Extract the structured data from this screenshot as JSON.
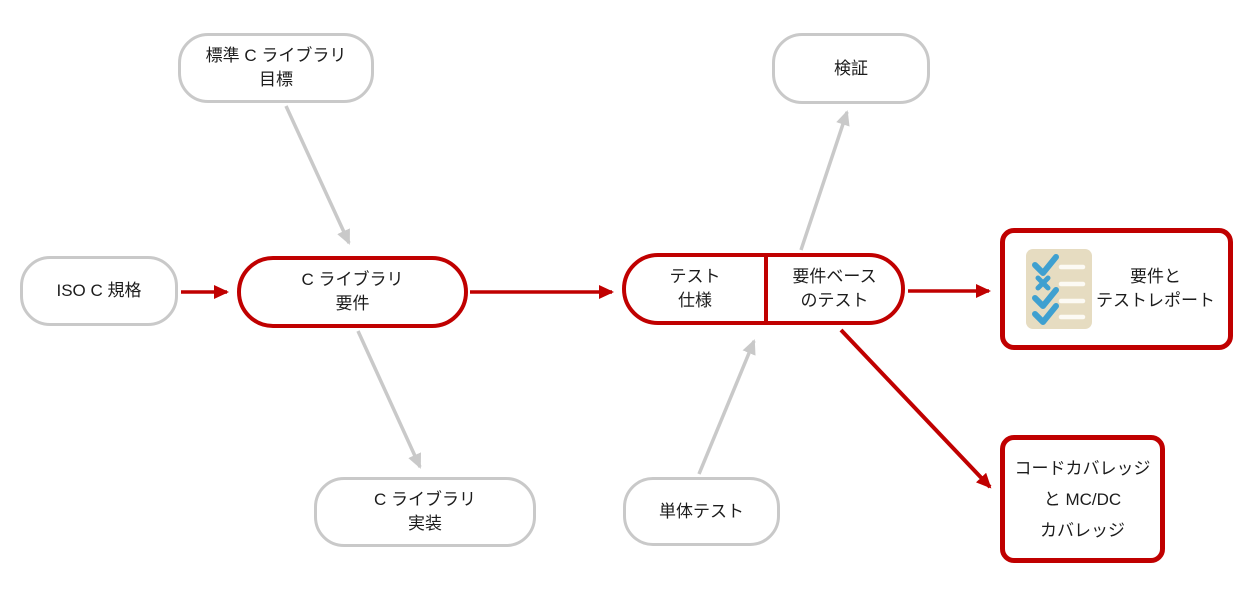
{
  "diagram": {
    "title": "C library requirements-based testing workflow",
    "colors": {
      "background": "#ffffff",
      "red_accent": "#c00000",
      "gray_accent": "#c9c9c9",
      "text": "#1c1c1c",
      "icon_paper": "#e6dcc1",
      "icon_mark_blue": "#3fa0d0",
      "icon_line": "#fcfaf4"
    },
    "nodes": {
      "std_goals": {
        "lines": [
          "標準 C ライブラリ",
          "目標"
        ]
      },
      "iso": {
        "lines": [
          "ISO C 規格"
        ]
      },
      "req": {
        "lines": [
          "C ライブラリ",
          "要件"
        ]
      },
      "impl": {
        "lines": [
          "C ライブラリ",
          "実装"
        ]
      },
      "verification": {
        "lines": [
          "検証"
        ]
      },
      "test_spec": {
        "lines": [
          "テスト",
          "仕様"
        ]
      },
      "req_based": {
        "lines": [
          "要件ベース",
          "のテスト"
        ]
      },
      "unit_test": {
        "lines": [
          "単体テスト"
        ]
      },
      "report": {
        "lines": [
          "要件と",
          "テストレポート"
        ],
        "icon": "checklist-icon"
      },
      "coverage": {
        "lines": [
          "コードカバレッジ",
          "と MC/DC",
          "カバレッジ"
        ]
      }
    },
    "edges": [
      {
        "from": "標準 C ライブラリ 目標",
        "to": "C ライブラリ 要件",
        "color": "gray"
      },
      {
        "from": "ISO C 規格",
        "to": "C ライブラリ 要件",
        "color": "red"
      },
      {
        "from": "C ライブラリ 要件",
        "to": "C ライブラリ 実装",
        "color": "gray"
      },
      {
        "from": "C ライブラリ 要件",
        "to": "テスト 仕様",
        "color": "red"
      },
      {
        "from": "要件ベース のテスト",
        "to": "検証",
        "color": "gray"
      },
      {
        "from": "単体テスト",
        "to": "テスト 仕様",
        "color": "gray"
      },
      {
        "from": "要件ベース のテスト",
        "to": "要件と テストレポート",
        "color": "red"
      },
      {
        "from": "要件ベース のテスト",
        "to": "コードカバレッジ と MC/DC カバレッジ",
        "color": "red"
      }
    ]
  }
}
